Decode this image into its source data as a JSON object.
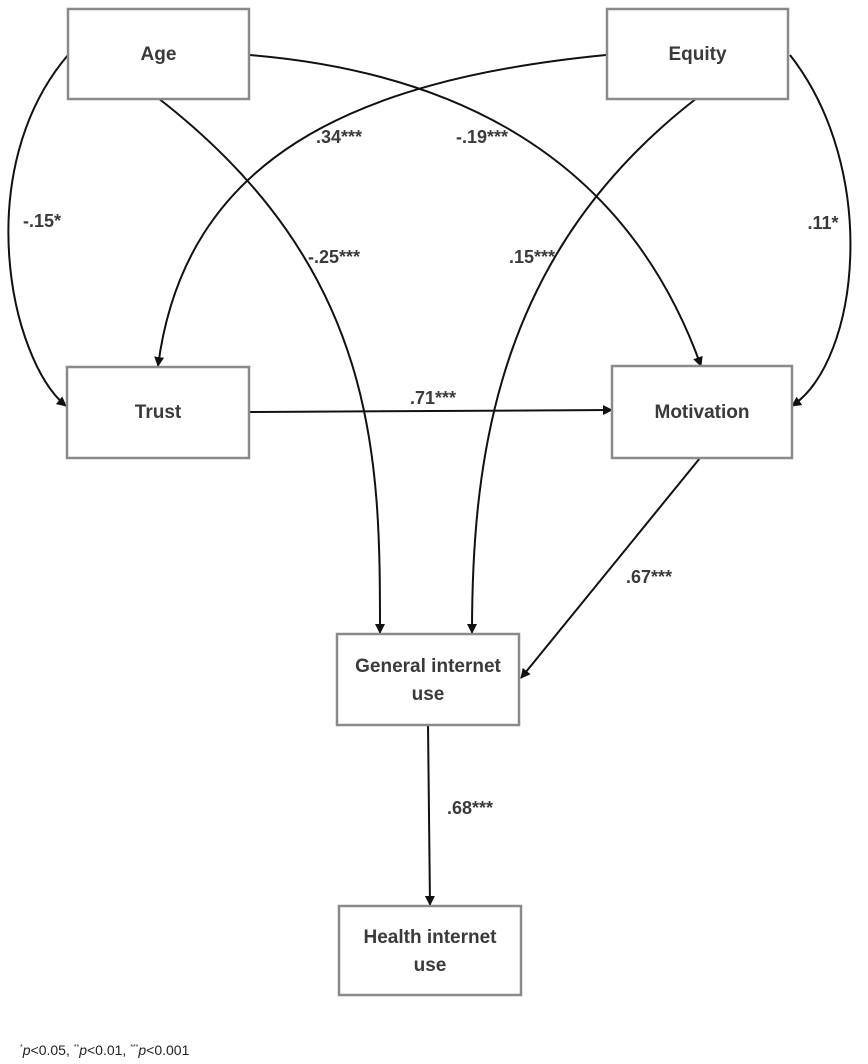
{
  "nodes": {
    "age": "Age",
    "equity": "Equity",
    "trust": "Trust",
    "motivation": "Motivation",
    "general_line1": "General internet",
    "general_line2": "use",
    "health_line1": "Health internet",
    "health_line2": "use"
  },
  "edges": {
    "age_trust": "-.15*",
    "equity_trust": ".34***",
    "age_motivation": "-.19***",
    "equity_motivation": ".11*",
    "age_general": "-.25***",
    "equity_general": ".15***",
    "trust_motivation": ".71***",
    "motivation_general": ".67***",
    "general_health": ".68***"
  },
  "footnote": {
    "sig1_stars": "*",
    "sig1_p": "p",
    "sig1_rest": "<0.05, ",
    "sig2_stars": "**",
    "sig2_p": "p",
    "sig2_rest": "<0.01, ",
    "sig3_stars": "***",
    "sig3_p": "p",
    "sig3_rest": "<0.001"
  }
}
